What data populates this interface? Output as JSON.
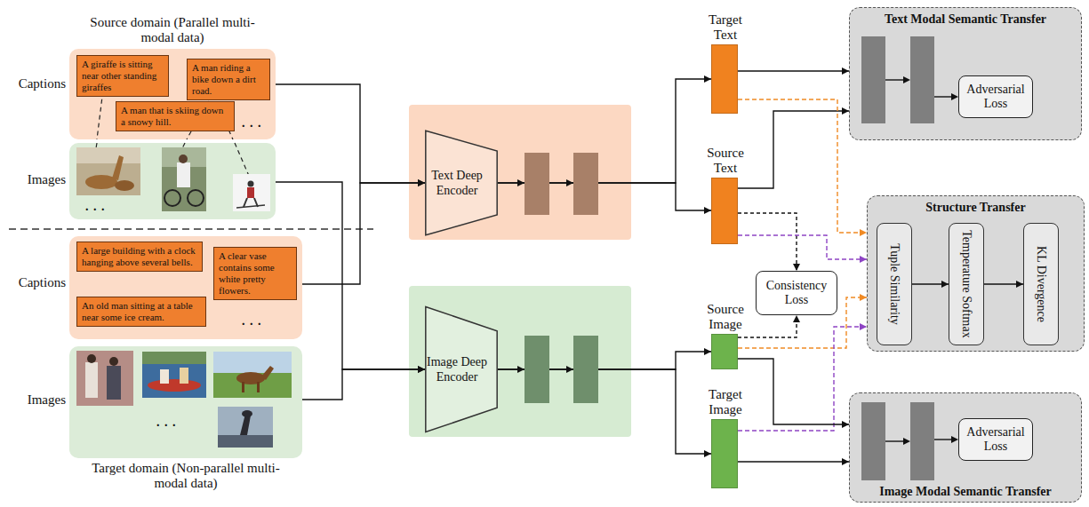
{
  "diagram": {
    "nodes": [
      {
        "text": [
          "Source domain (Parallel multi-modal data)",
          ". . ."
        ]
      },
      {
        "text": [
          "A giraffe is sitting near other standing giraffes"
        ],
        "in": 0
      },
      {
        "text": [
          "A man riding a bike down a dirt road."
        ],
        "in": 0
      },
      {
        "text": [
          "A man that is skiing down a snowy hill."
        ],
        "in": 0
      },
      {
        "text": [
          ". . ."
        ]
      },
      {
        "text": [
          ". . ."
        ]
      },
      {
        "text": [
          "A large building with a clock hanging above several bells."
        ],
        "in": 5
      },
      {
        "text": [
          "A clear vase contains some white pretty flowers."
        ],
        "in": 5
      },
      {
        "text": [
          "An old man sitting at a table near some ice cream."
        ],
        "in": 5
      },
      {
        "text": [
          ". . .",
          "Target domain (Non-parallel multi-modal data)"
        ]
      },
      {
        "text": [
          "Text Deep Encoder"
        ]
      },
      {
        "text": [
          "Image Deep Encoder"
        ]
      },
      {
        "text": [
          "Target Text"
        ]
      },
      {
        "text": [
          "Source Text"
        ]
      },
      {
        "text": [
          "Consistency Loss"
        ]
      },
      {
        "text": [
          "Source Image"
        ]
      },
      {
        "text": [
          "Target Image"
        ]
      },
      {
        "text": [
          "Text Modal Semantic Transfer"
        ]
      },
      {
        "text": [
          "Adversarial Loss"
        ],
        "in": 17
      },
      {
        "text": [
          "Structure Transfer"
        ]
      },
      {
        "text": [
          "Tuple Similarity"
        ],
        "in": 19
      },
      {
        "text": [
          "Temperature Softmax"
        ],
        "in": 19
      },
      {
        "text": [
          "KL Divergence"
        ],
        "in": 19
      },
      {
        "text": [
          "Image Modal Semantic Transfer"
        ]
      },
      {
        "text": [
          "Adversarial Loss"
        ],
        "in": 23
      }
    ],
    "edges": [
      {
        "from": 0,
        "to": 10,
        "arrow": "to"
      },
      {
        "from": 5,
        "to": 10,
        "arrow": "to"
      },
      {
        "from": 4,
        "to": 11,
        "arrow": "to"
      },
      {
        "from": 9,
        "to": 11,
        "arrow": "to"
      },
      {
        "from": 10,
        "to": 12,
        "arrow": "to"
      },
      {
        "from": 10,
        "to": 13,
        "arrow": "to"
      },
      {
        "from": 11,
        "to": 15,
        "arrow": "to"
      },
      {
        "from": 11,
        "to": 16,
        "arrow": "to"
      },
      {
        "from": 12,
        "to": 17,
        "arrow": "to"
      },
      {
        "from": 13,
        "to": 17,
        "arrow": "to"
      },
      {
        "from": 13,
        "to": 14,
        "arrow": "to"
      },
      {
        "from": 15,
        "to": 14,
        "arrow": "to"
      },
      {
        "from": 12,
        "to": 19,
        "arrow": "to"
      },
      {
        "from": 13,
        "to": 19,
        "arrow": "to"
      },
      {
        "from": 15,
        "to": 19,
        "arrow": "to"
      },
      {
        "from": 16,
        "to": 19,
        "arrow": "to"
      },
      {
        "from": 15,
        "to": 23,
        "arrow": "to"
      },
      {
        "from": 16,
        "to": 23,
        "arrow": "to"
      },
      {
        "from": 20,
        "to": 21,
        "arrow": "to"
      },
      {
        "from": 21,
        "to": 22,
        "arrow": "to"
      }
    ],
    "labels": [
      "Captions",
      "Images",
      "Captions",
      "Images"
    ]
  }
}
